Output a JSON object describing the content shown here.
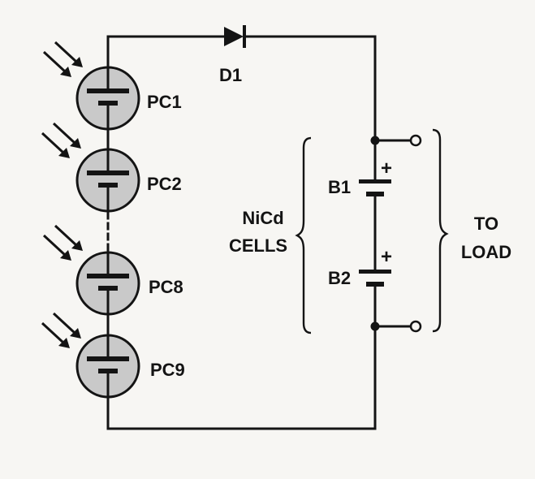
{
  "diagram": {
    "components": {
      "diode": {
        "label": "D1"
      },
      "photocells": [
        {
          "label": "PC1"
        },
        {
          "label": "PC2"
        },
        {
          "label": "PC8"
        },
        {
          "label": "PC9"
        }
      ],
      "batteries": [
        {
          "label": "B1",
          "polarity": "+"
        },
        {
          "label": "B2",
          "polarity": "+"
        }
      ]
    },
    "bracket_labels": {
      "cells_line1": "NiCd",
      "cells_line2": "CELLS",
      "load_line1": "TO",
      "load_line2": "LOAD"
    },
    "colors": {
      "ink": "#141414",
      "paper": "#f7f6f3",
      "photocell_fill": "#c9c9c9"
    }
  }
}
